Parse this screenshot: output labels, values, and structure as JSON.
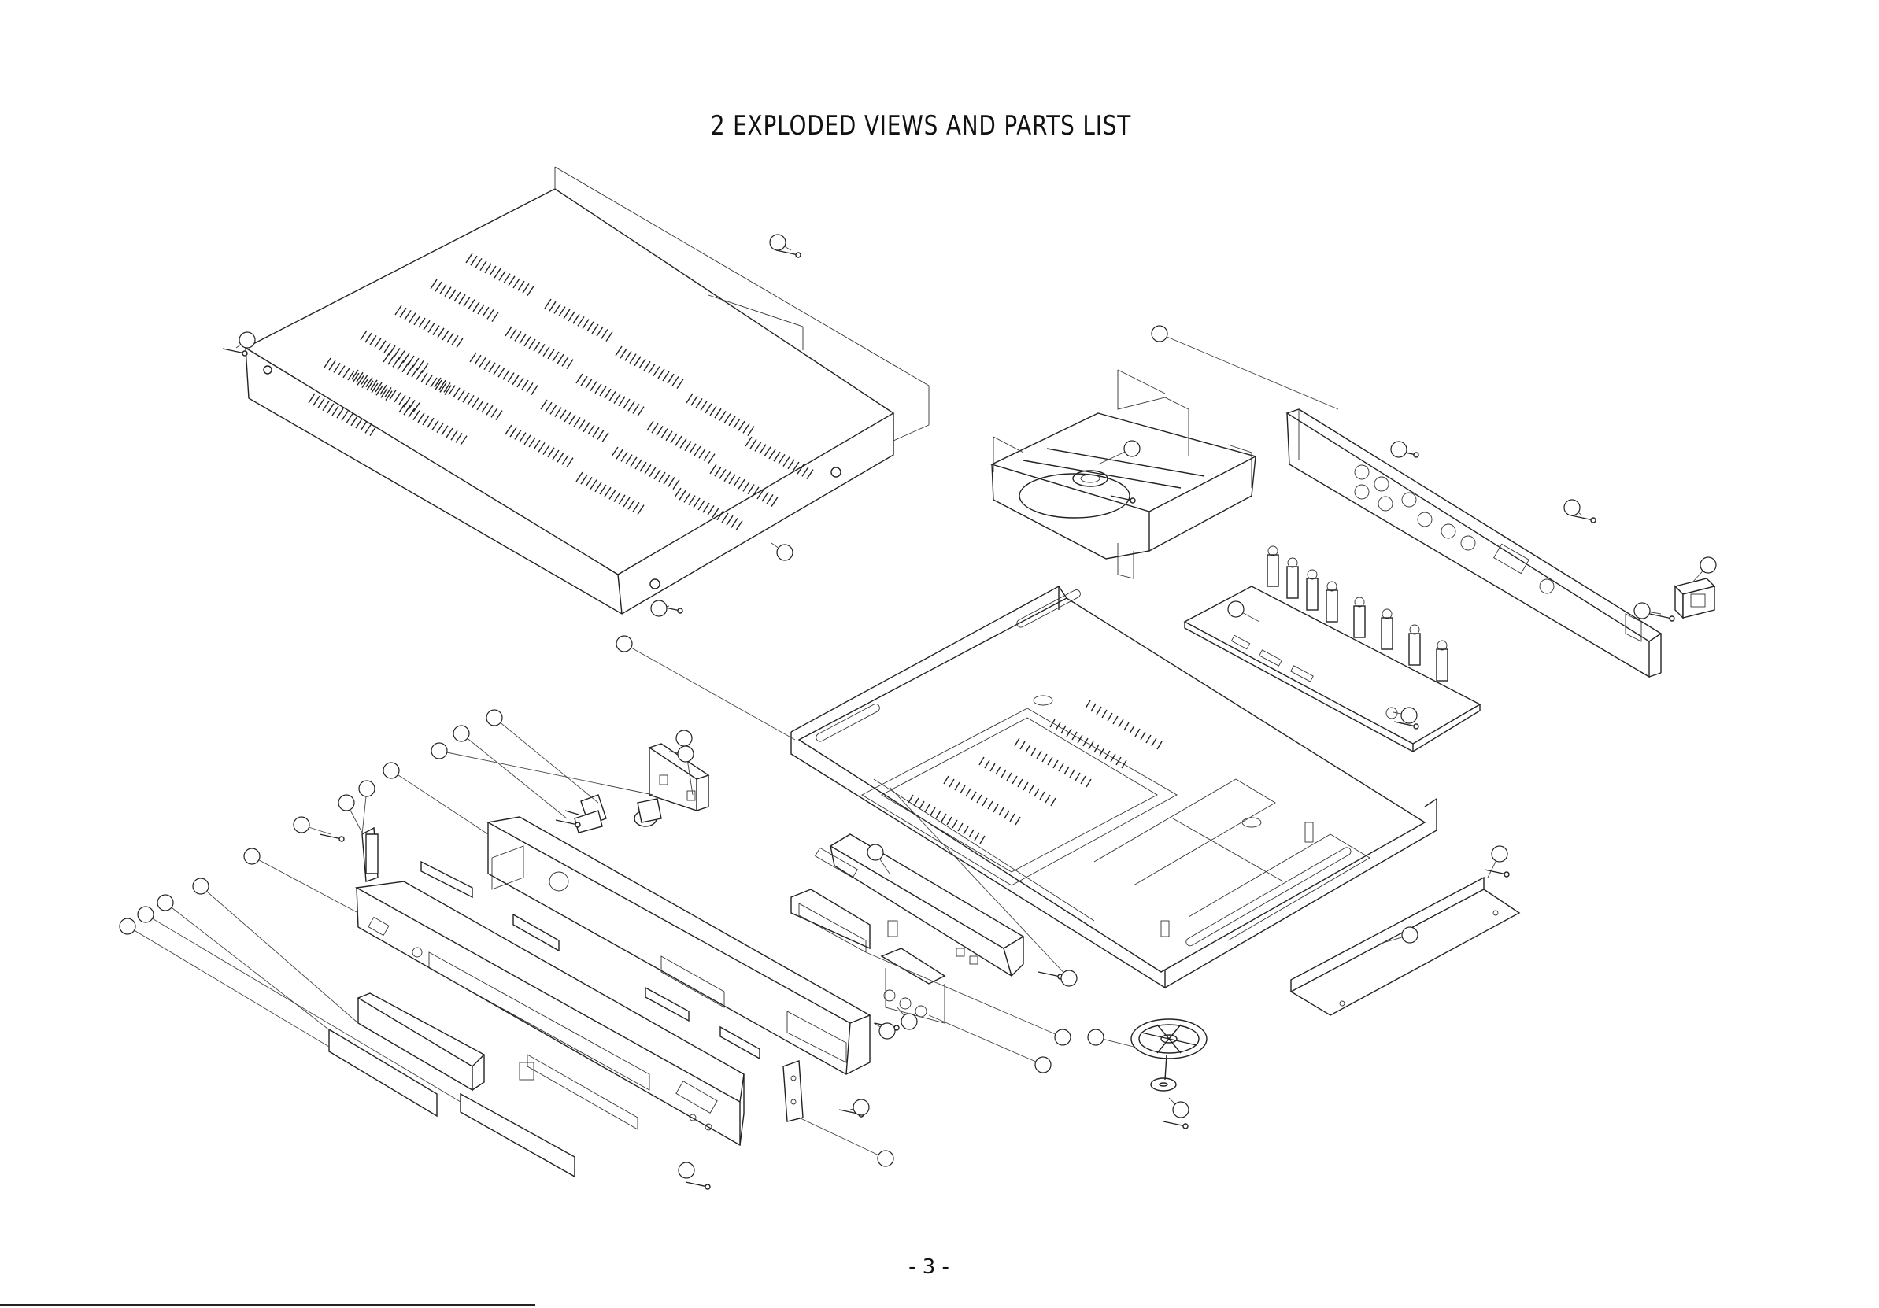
{
  "title": "2  EXPLODED VIEWS AND PARTS LIST",
  "page_number": "- 3 -",
  "diagram": {
    "subject": "exploded-view",
    "callout_count": 48
  }
}
